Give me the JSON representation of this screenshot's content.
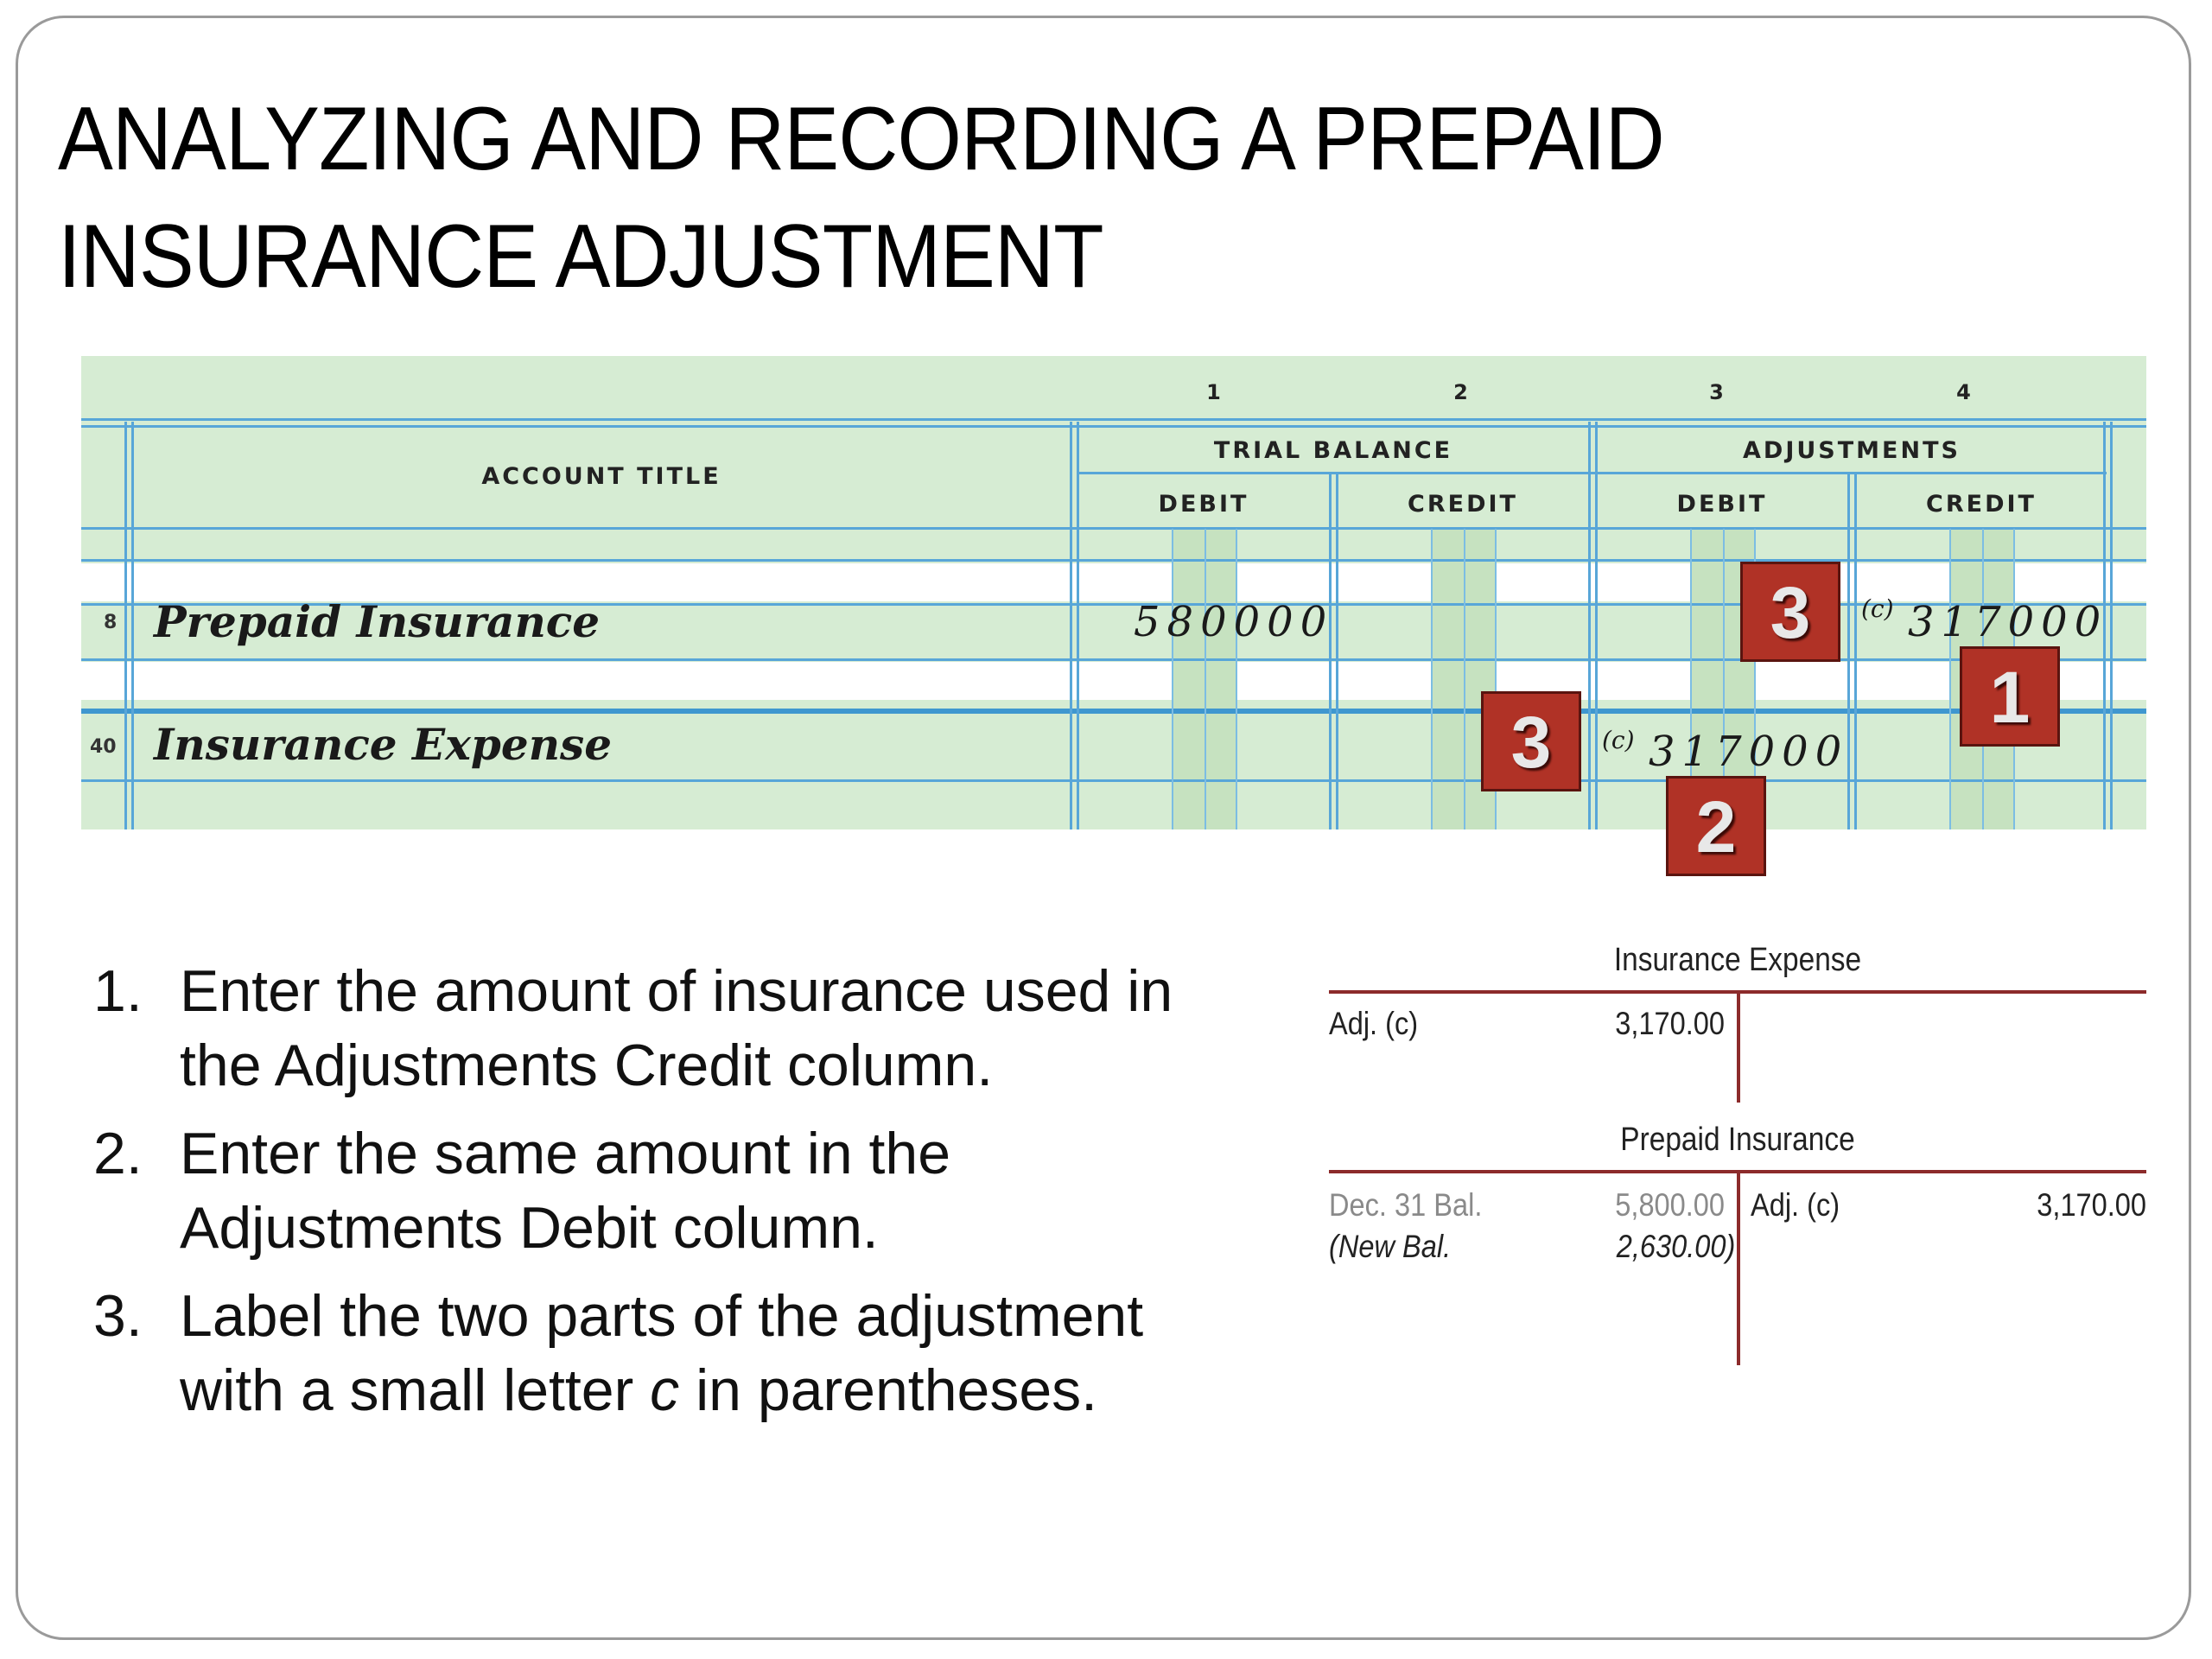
{
  "title": {
    "line1": "ANALYZING AND RECORDING A PREPAID",
    "line2": "INSURANCE ADJUSTMENT"
  },
  "worksheet": {
    "column_numbers": [
      "1",
      "2",
      "3",
      "4"
    ],
    "account_title_header": "ACCOUNT TITLE",
    "trial_balance_header": "TRIAL BALANCE",
    "adjustments_header": "ADJUSTMENTS",
    "debit_label": "DEBIT",
    "credit_label": "CREDIT",
    "rows": [
      {
        "line_number": "8",
        "account": "Prepaid Insurance",
        "trial_balance_debit": "580000",
        "adjustment_label": "(c)",
        "adjustments_credit": "317000"
      },
      {
        "line_number": "40",
        "account": "Insurance Expense",
        "adjustment_label": "(c)",
        "adjustments_debit": "317000"
      }
    ]
  },
  "badges": [
    "1",
    "2",
    "3",
    "3"
  ],
  "steps": [
    {
      "number": "1.",
      "text": "Enter the amount of insurance used in the Adjustments Credit column."
    },
    {
      "number": "2.",
      "text": "Enter the same amount in the Adjustments Debit column."
    },
    {
      "number": "3.",
      "text_before": "Label the two parts of the adjustment with a small letter ",
      "emphasis": "c",
      "text_after": " in parentheses."
    }
  ],
  "t_accounts": [
    {
      "name": "Insurance Expense",
      "debit_entries": [
        {
          "label": "Adj. (c)",
          "amount": "3,170.00"
        }
      ]
    },
    {
      "name": "Prepaid Insurance",
      "debit_entries": [
        {
          "label": "Dec. 31 Bal.",
          "amount": "5,800.00"
        },
        {
          "label": "(New Bal.",
          "amount": "2,630.00)"
        }
      ],
      "credit_entries": [
        {
          "label": "Adj. (c)",
          "amount": "3,170.00"
        }
      ]
    }
  ],
  "colors": {
    "worksheet_background": "#d6ecd3",
    "rule_lines": "#58a6d8",
    "badge_fill": "#b03226",
    "t_account_lines": "#8c2b2b"
  }
}
